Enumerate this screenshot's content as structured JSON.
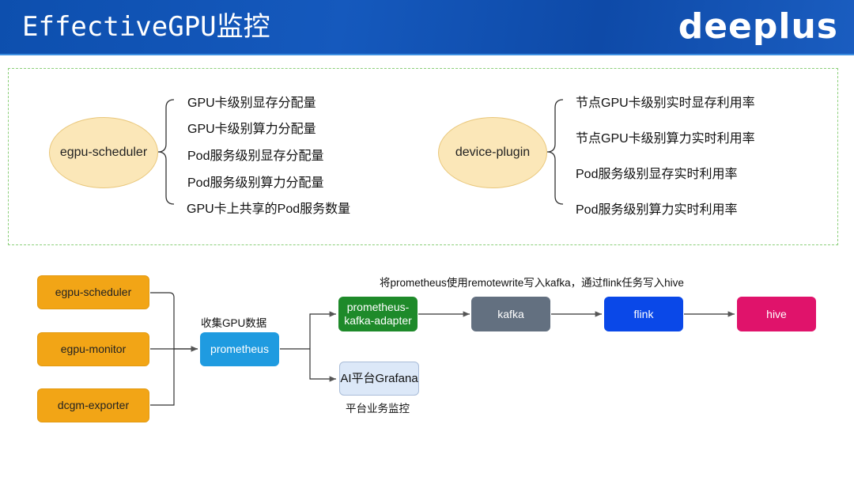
{
  "header": {
    "title": "EffectiveGPU监控",
    "logo": "deeplus"
  },
  "metrics_panel": {
    "scheduler": {
      "name": "egpu-scheduler",
      "items": [
        "GPU卡级别显存分配量",
        "GPU卡级别算力分配量",
        "Pod服务级别显存分配量",
        "Pod服务级别算力分配量",
        "GPU卡上共享的Pod服务数量"
      ]
    },
    "device_plugin": {
      "name": "device-plugin",
      "items": [
        "节点GPU卡级别实时显存利用率",
        "节点GPU卡级别算力实时利用率",
        "Pod服务级别显存实时利用率",
        "Pod服务级别算力实时利用率"
      ]
    }
  },
  "flow": {
    "sources": [
      "egpu-scheduler",
      "egpu-monitor",
      "dcgm-exporter"
    ],
    "collect_label": "收集GPU数据",
    "prometheus": "prometheus",
    "pipeline_label": "将prometheus使用remotewrite写入kafka，通过flink任务写入hive",
    "adapter": "prometheus-kafka-adapter",
    "kafka": "kafka",
    "flink": "flink",
    "hive": "hive",
    "grafana": "AI平台Grafana",
    "grafana_label": "平台业务监控"
  },
  "colors": {
    "header": "#1559bd",
    "source": "#f2a516",
    "prometheus": "#1f9be0",
    "adapter": "#1e8a2a",
    "kafka": "#637080",
    "flink": "#0a48e8",
    "hive": "#e0136b",
    "grafana": "#dce8f8",
    "ellipse": "#fbe7b8"
  }
}
